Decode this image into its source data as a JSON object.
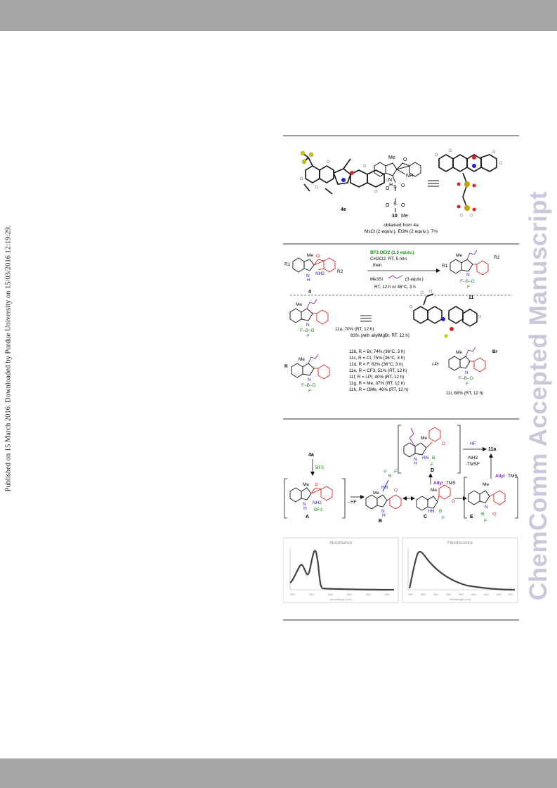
{
  "side_note": "Published on 15 March 2016. Downloaded by Purdue University on 15/03/2016 12:19:29.",
  "watermark": "ChemComm Accepted Manuscript",
  "figure_xray": {
    "structure_label": "4e",
    "compound_number": "10",
    "compound_me": "Me",
    "atoms": {
      "me": "Me",
      "nh": "NH",
      "n_h": "N",
      "h": "H",
      "s1": "S",
      "o1": "O",
      "o2": "O",
      "s2": "S",
      "o3": "O",
      "o4": "O",
      "ring_o": "O"
    },
    "caption_line1": "obtained from 4a",
    "caption_line2": "MsCl (2 equiv.), Et3N (2 equiv.), 7%"
  },
  "scheme_reaction": {
    "reactant_label": "4",
    "product_label": "11",
    "conditions": [
      "BF3.OEt2 (1.5 equiv.)",
      "CH2Cl2, RT, 5 min",
      "then",
      "Me3Si",
      "(3 equiv.)",
      "RT, 12 h or 36°C, 3 h"
    ],
    "r1": "R1",
    "r2": "R2",
    "me": "Me",
    "nh2": "NH2",
    "o": "O",
    "n": "N",
    "h": "H",
    "b": "B",
    "f": "F",
    "fb": "F–B–O",
    "product_11a": "11a, 70% (RT, 12 h)",
    "product_11a_alt": "83% (with allylMgBr, RT, 12 h)",
    "variants": [
      "11b, R = Br, 74% (36°C, 3 h)",
      "11c, R = Cl, 75% (36°C, 3 h)",
      "11d, R = F, 62% (36°C, 3 h)",
      "11e, R = CF3, 51% (RT, 12 h)",
      "11f, R = i-Pr, 40% (RT, 12 h)",
      "11g, R = Me, 37% (RT, 12 h)",
      "11h, R = OMe, 46% (RT, 12 h)"
    ],
    "r_label": "R",
    "ipr": "i-Pr",
    "br": "Br",
    "product_11i": "11i, 68% (RT, 12 h)"
  },
  "scheme_mechanism": {
    "start": "4a",
    "bf3": "BF3",
    "minus_hf": "- HF",
    "labels": [
      "A",
      "B",
      "C",
      "D",
      "E"
    ],
    "hf": "HF",
    "minus_nh3": "-NH3",
    "minus_tmsf": "-TMSF",
    "product": "11a",
    "allyl1": "Allyl",
    "tms1": "TMS",
    "allyl2": "Allyl",
    "tms2": "TMS",
    "me": "Me",
    "o": "O",
    "n": "N",
    "h": "H",
    "hn": "HN",
    "nh2": "NH2",
    "bf3_minus": "BF3",
    "f": "F",
    "b": "B"
  },
  "spectra": {
    "absorbance_title": "Absorbance",
    "fluorescence_title": "Fluorescence",
    "absorbance_ticks": [
      "300",
      "350",
      "400",
      "450",
      "500",
      "550"
    ],
    "fluorescence_ticks": [
      "300",
      "350",
      "400",
      "450",
      "500",
      "550",
      "600",
      "650",
      "700"
    ],
    "x_label": "Wavelength (nm)",
    "colors": {
      "trace": "#444444",
      "frame": "#cccccc"
    }
  }
}
